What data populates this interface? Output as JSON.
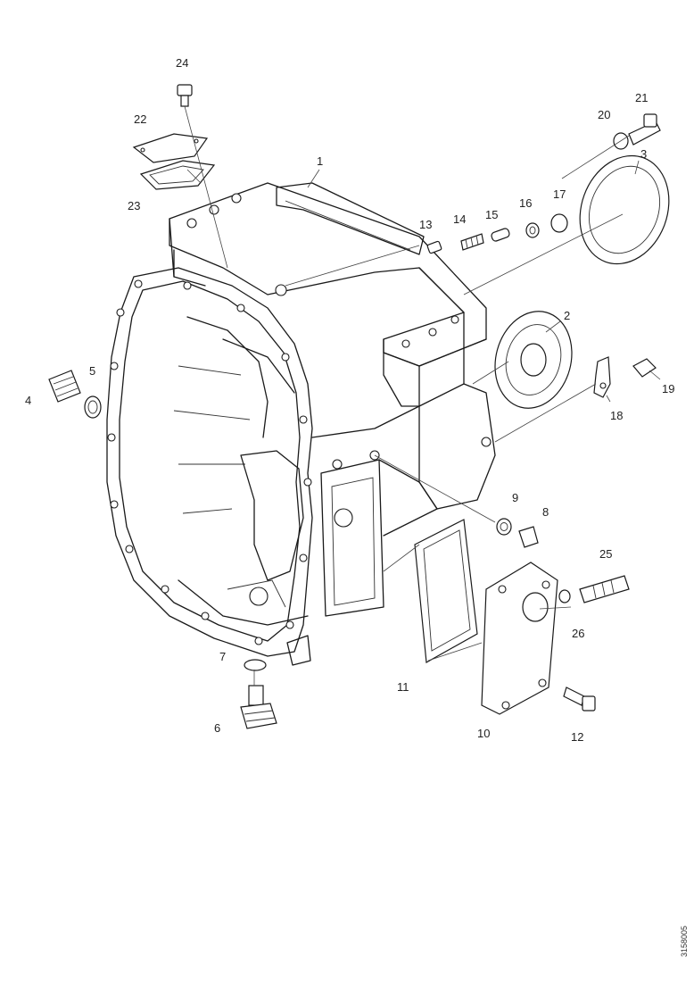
{
  "callouts": {
    "c1": "1",
    "c2": "2",
    "c3": "3",
    "c4": "4",
    "c5": "5",
    "c6": "6",
    "c7": "7",
    "c8": "8",
    "c9": "9",
    "c10": "10",
    "c11": "11",
    "c12": "12",
    "c13": "13",
    "c14": "14",
    "c15": "15",
    "c16": "16",
    "c17": "17",
    "c18": "18",
    "c19": "19",
    "c20": "20",
    "c21": "21",
    "c22": "22",
    "c23": "23",
    "c24": "24",
    "c25": "25",
    "c26": "26"
  },
  "reference_code": "3158005"
}
